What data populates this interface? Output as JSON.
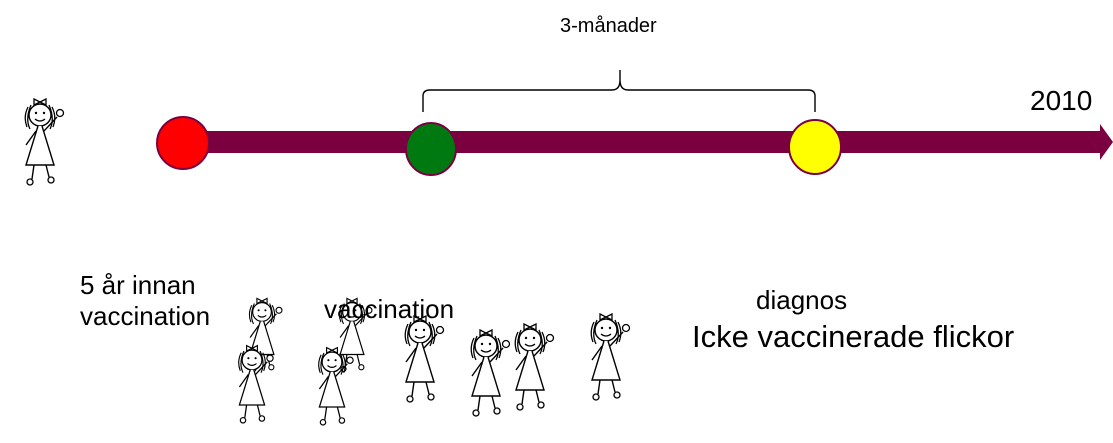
{
  "bracket_label": "3-månader",
  "end_year": "2010",
  "events": [
    {
      "label": "5 år innan\nvaccination",
      "color": "#ff0000"
    },
    {
      "label": "vaccination",
      "color": "#008000"
    },
    {
      "label": "diagnos",
      "color": "#ffff00"
    }
  ],
  "group_label": "Icke vaccinerade flickor",
  "colors": {
    "timeline": "#7a0040",
    "line_stroke": "#000000"
  },
  "icons": {
    "figure": "girl-stick-figure-icon",
    "crowd": "girl-stick-figure-icon"
  }
}
